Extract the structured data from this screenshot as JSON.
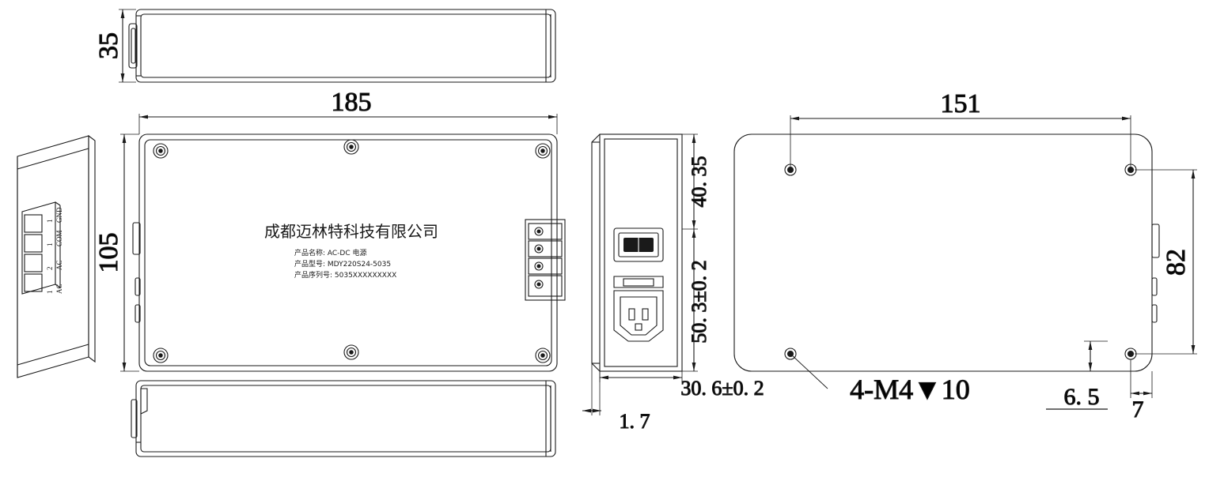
{
  "drawing": {
    "title": "AC-DC Power Supply Mechanical Drawing",
    "line_color": "#1a1a1a",
    "background": "#ffffff"
  },
  "label_block": {
    "company": "成都迈林特科技有限公司",
    "rows": [
      "产品名称: AC-DC 电源",
      "产品型号: MDY220S24-5035",
      "产品序列号: 5035XXXXXXXXX"
    ]
  },
  "terminal_labels": [
    "GND",
    "COM",
    "AC",
    "AC"
  ],
  "terminal_numbers": [
    "1",
    "1",
    "2",
    "1"
  ],
  "dimensions": {
    "top_view_width": "185",
    "top_view_height": "105",
    "side_height": "35",
    "bottom_view_width": "151",
    "bottom_view_height": "82",
    "front_dim_1": "40. 35",
    "front_dim_2": "50. 3±0. 2",
    "front_dim_3": "30. 6±0. 2",
    "front_dim_4": "1. 7",
    "hole_note": "4-M4▼10",
    "edge_dim_1": "6. 5",
    "edge_dim_2": "7"
  }
}
